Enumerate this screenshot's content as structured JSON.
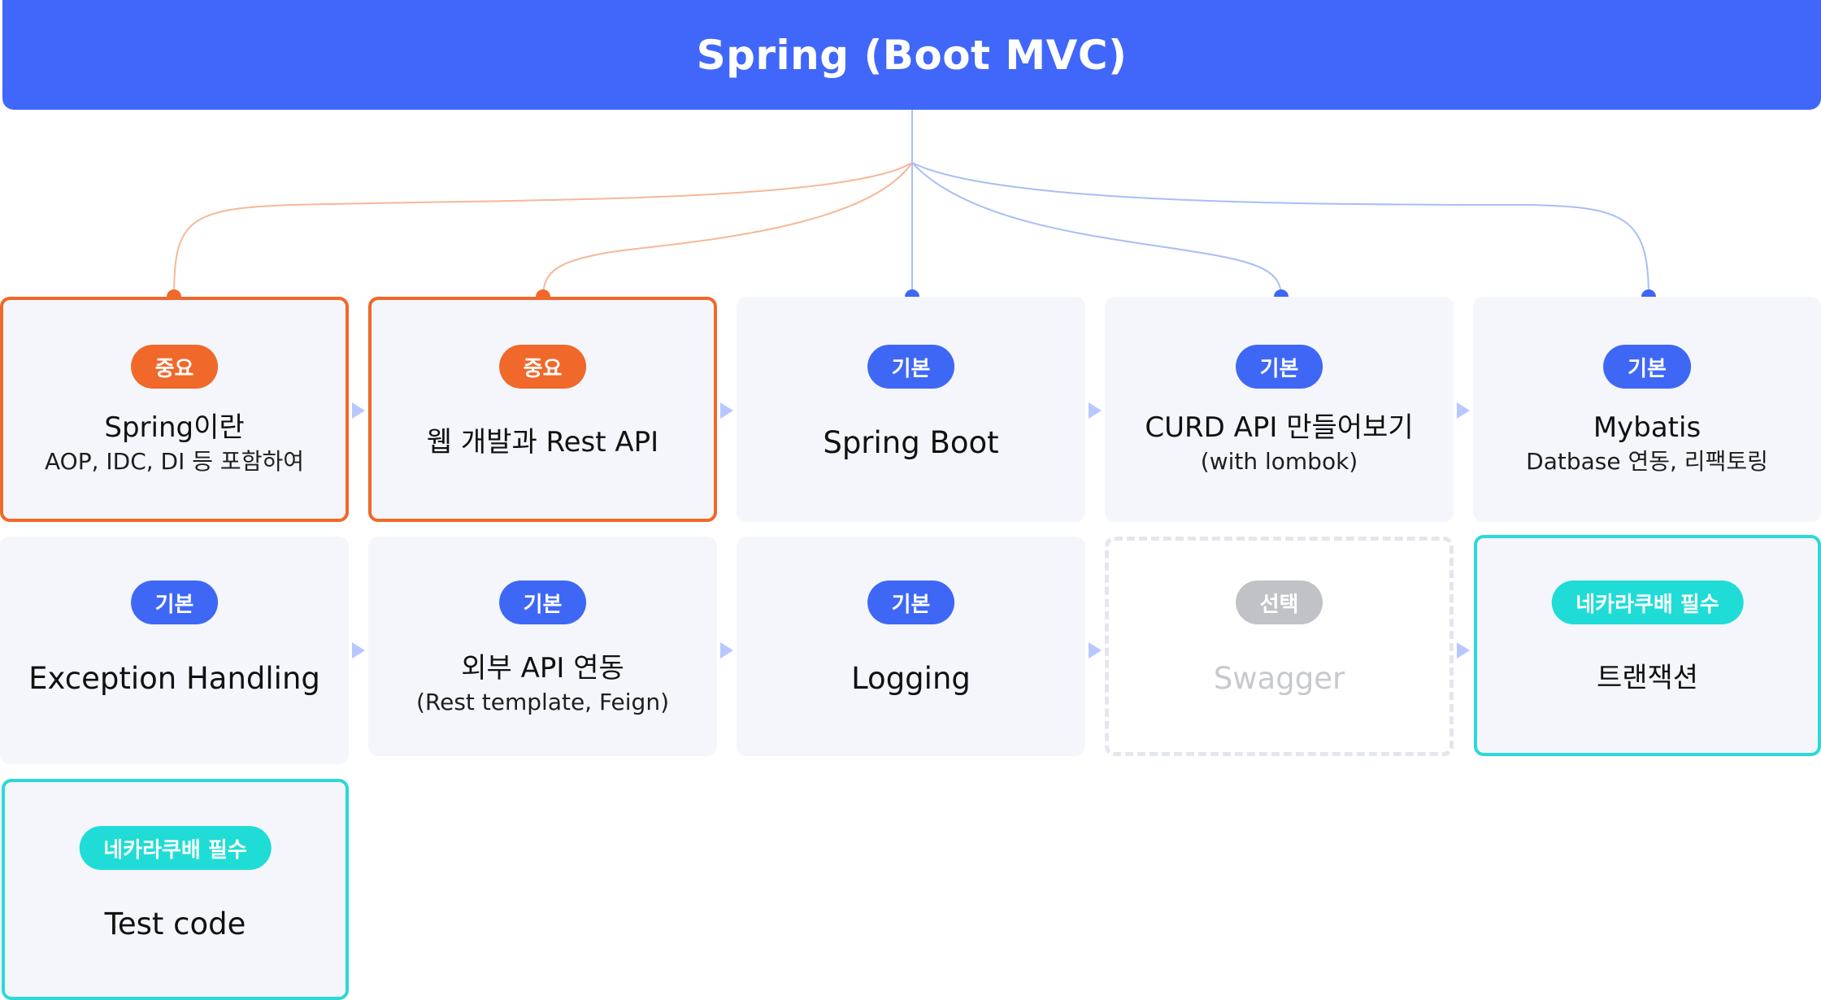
{
  "header": {
    "title": "Spring (Boot MVC)"
  },
  "colors": {
    "header_bg": "#4067fa",
    "important": "#f0682a",
    "basic": "#3f67f5",
    "optional": "#c0c2c6",
    "required": "#20dcd6",
    "card_bg": "#f4f6fc",
    "connector_important": "#f5b898",
    "connector_basic": "#a9bdf7"
  },
  "cards": [
    {
      "badge": "중요",
      "title": "Spring이란",
      "subtitle": "AOP, IDC, DI 등 포함하여"
    },
    {
      "badge": "중요",
      "title": "웹 개발과 Rest API",
      "subtitle": ""
    },
    {
      "badge": "기본",
      "title": "Spring Boot",
      "subtitle": ""
    },
    {
      "badge": "기본",
      "title": "CURD API 만들어보기",
      "subtitle": "(with lombok)"
    },
    {
      "badge": "기본",
      "title": "Mybatis",
      "subtitle": "Datbase 연동, 리팩토링"
    },
    {
      "badge": "기본",
      "title": "Exception Handling",
      "subtitle": ""
    },
    {
      "badge": "기본",
      "title": "외부 API 연동",
      "subtitle": "(Rest template, Feign)"
    },
    {
      "badge": "기본",
      "title": "Logging",
      "subtitle": ""
    },
    {
      "badge": "선택",
      "title": "Swagger",
      "subtitle": ""
    },
    {
      "badge": "네카라쿠배 필수",
      "title": "트랜잭션",
      "subtitle": ""
    },
    {
      "badge": "네카라쿠배 필수",
      "title": "Test code",
      "subtitle": ""
    }
  ]
}
